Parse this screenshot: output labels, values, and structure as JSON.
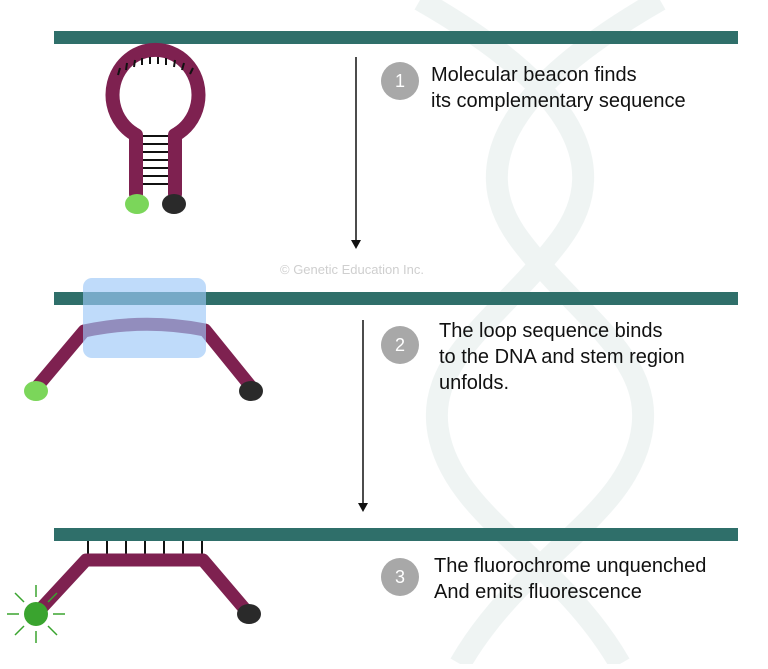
{
  "watermark": "© Genetic Education Inc.",
  "colors": {
    "dna_strand": "#2f6f6a",
    "beacon": "#7e2150",
    "fluorophore": "#7bd65a",
    "fluorophore_emitting": "#3aa42f",
    "quencher": "#2a2a2a",
    "highlight": "#9cc8f7",
    "step_circle": "#a8a8a8"
  },
  "steps": [
    {
      "number": "1",
      "lines": [
        "Molecular beacon finds",
        "its complementary sequence"
      ]
    },
    {
      "number": "2",
      "lines": [
        "The loop sequence binds",
        "to the DNA and stem region",
        "unfolds."
      ]
    },
    {
      "number": "3",
      "lines": [
        "The fluorochrome unquenched",
        "And emits fluorescence"
      ]
    }
  ]
}
